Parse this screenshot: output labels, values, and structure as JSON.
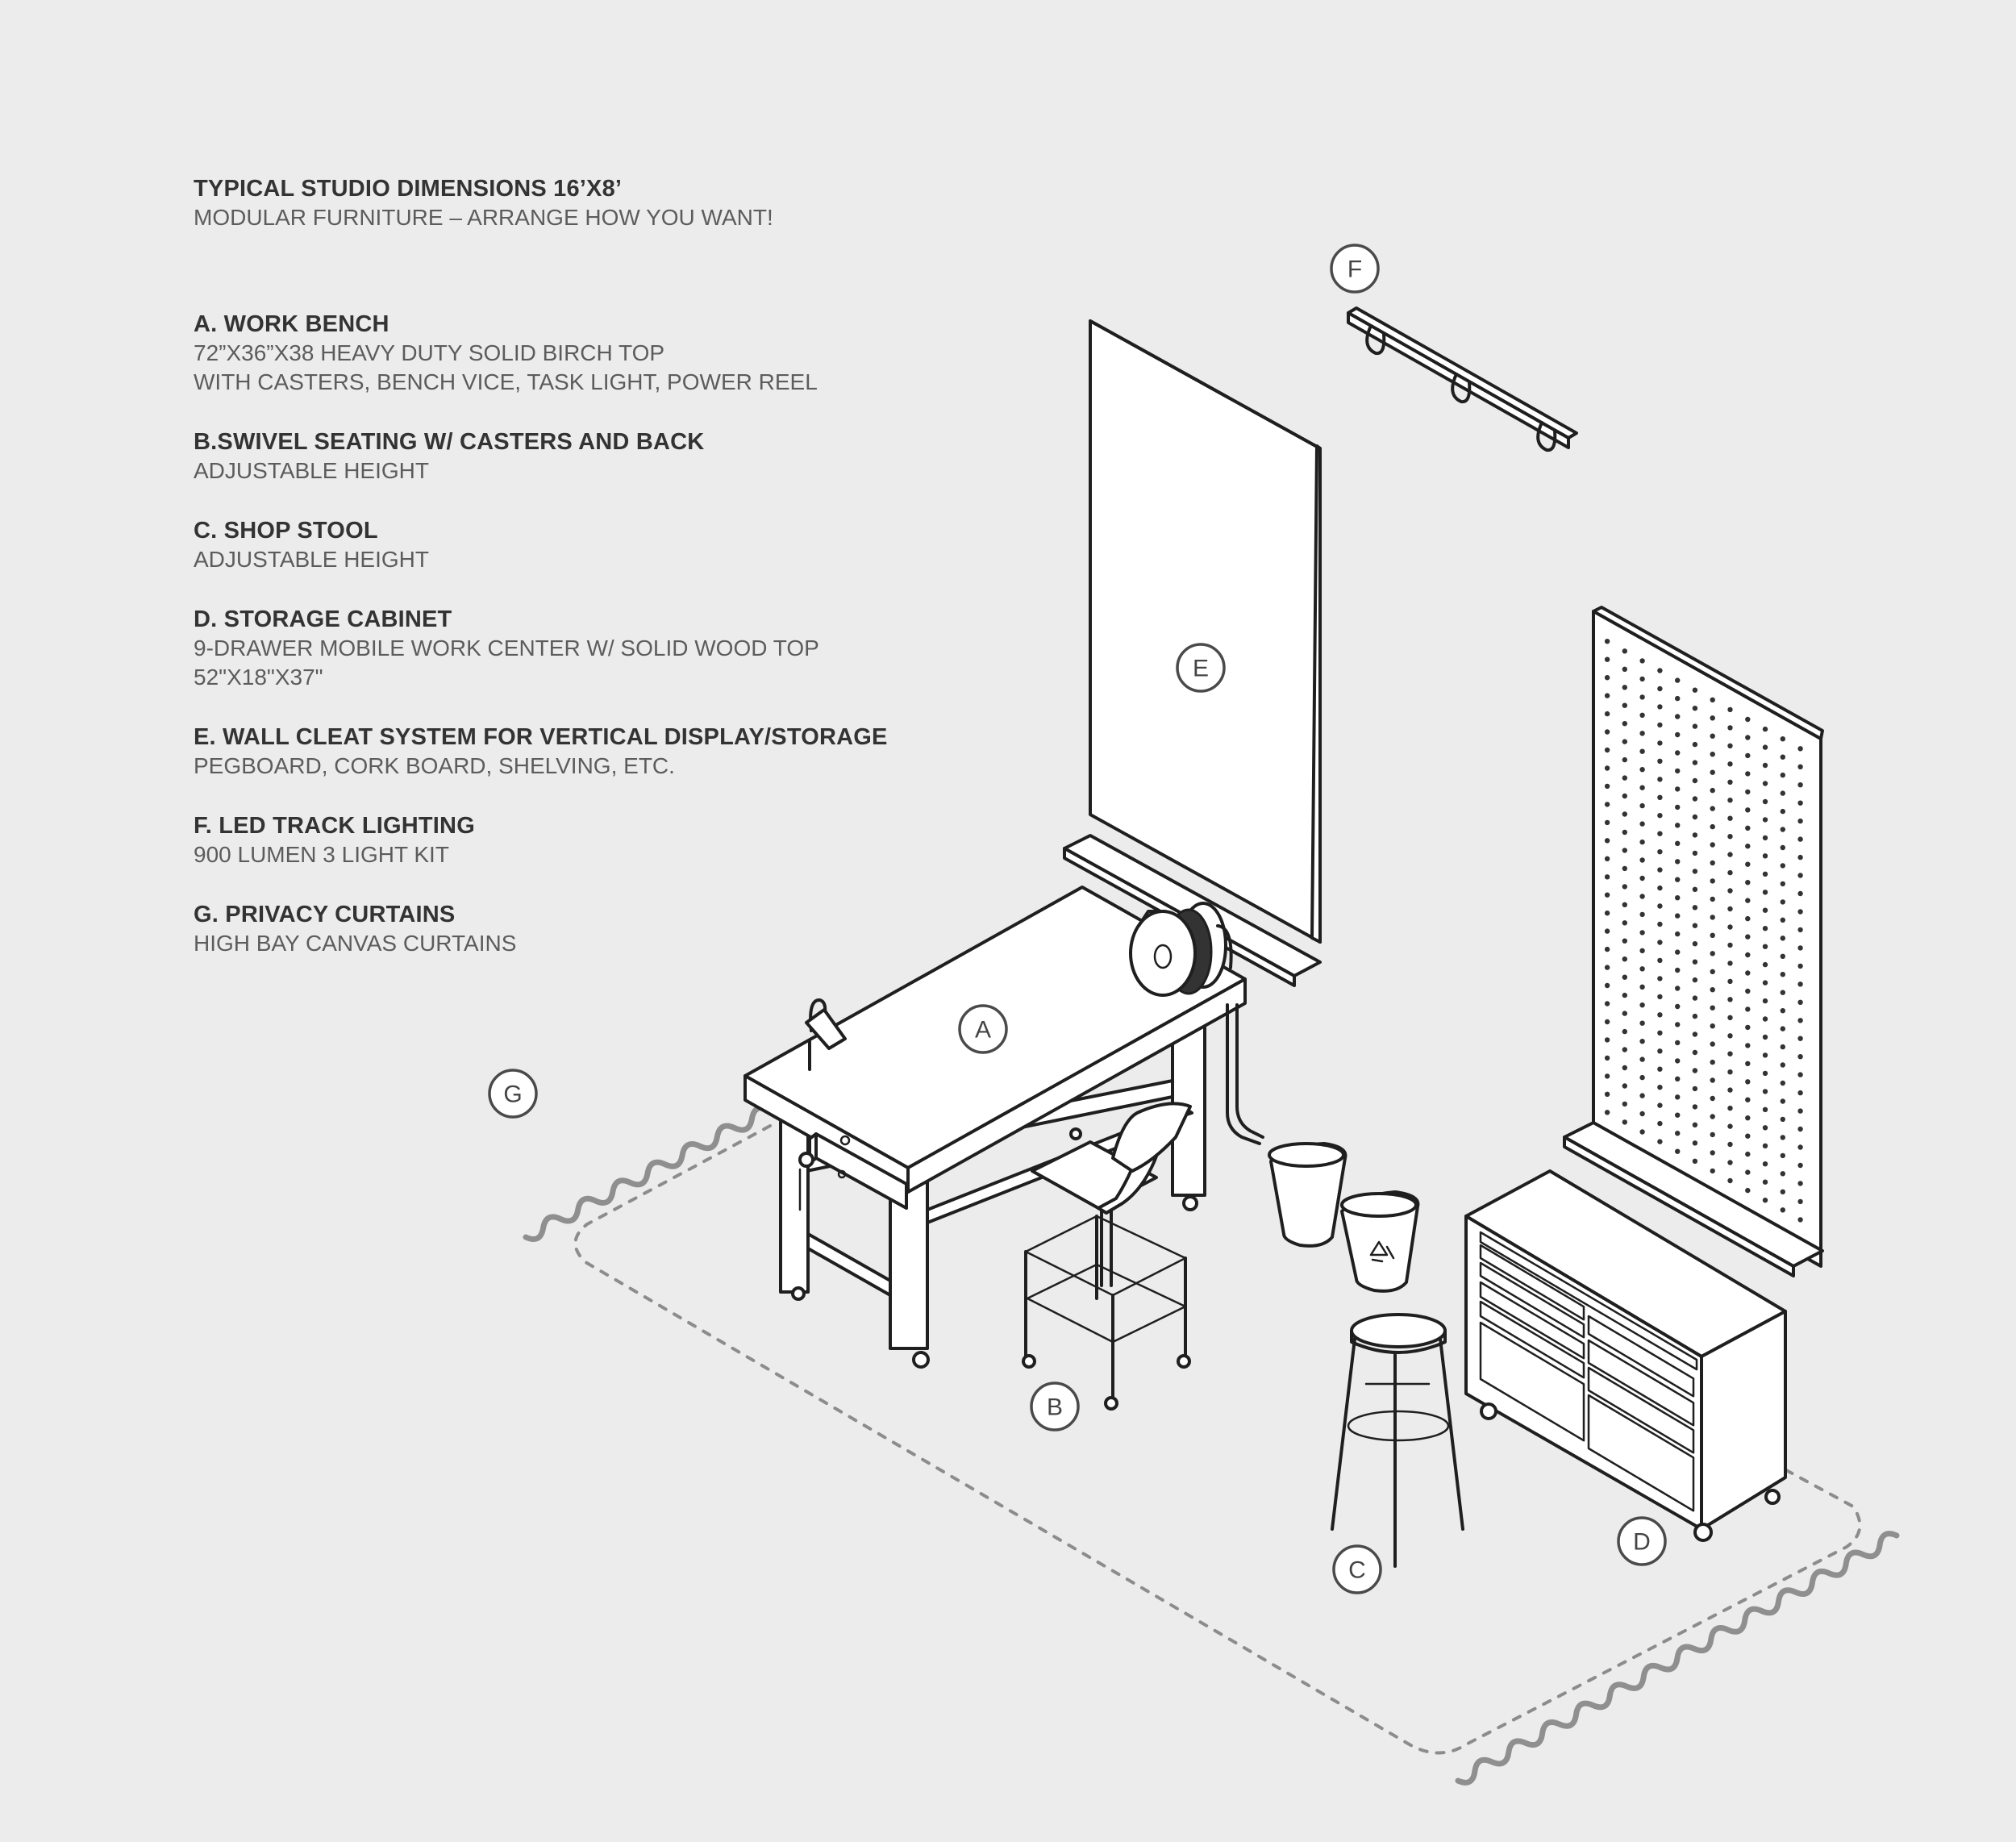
{
  "header": {
    "title": "TYPICAL STUDIO DIMENSIONS 16’X8’",
    "subtitle": "MODULAR FURNITURE – ARRANGE HOW YOU WANT!"
  },
  "legend": [
    {
      "title": "A. WORK BENCH",
      "lines": [
        "72”X36”X38 HEAVY DUTY SOLID BIRCH TOP",
        "WITH CASTERS, BENCH VICE, TASK LIGHT,  POWER REEL"
      ]
    },
    {
      "title": "B.SWIVEL SEATING W/ CASTERS AND  BACK",
      "lines": [
        "ADJUSTABLE HEIGHT"
      ]
    },
    {
      "title": "C. SHOP STOOL",
      "lines": [
        "ADJUSTABLE HEIGHT"
      ]
    },
    {
      "title": "D. STORAGE CABINET",
      "lines": [
        "9-DRAWER MOBILE WORK CENTER W/ SOLID WOOD TOP",
        "52\"X18\"X37\""
      ]
    },
    {
      "title": "E. WALL CLEAT SYSTEM FOR VERTICAL DISPLAY/STORAGE",
      "lines": [
        "PEGBOARD, CORK BOARD, SHELVING, ETC."
      ]
    },
    {
      "title": "F. LED TRACK LIGHTING",
      "lines": [
        "900 LUMEN 3 LIGHT KIT"
      ]
    },
    {
      "title": "G. PRIVACY CURTAINS",
      "lines": [
        "HIGH BAY CANVAS CURTAINS"
      ]
    }
  ],
  "badges": {
    "a": "A",
    "b": "B",
    "c": "C",
    "d": "D",
    "e": "E",
    "f": "F",
    "g": "G"
  },
  "colors": {
    "background": "#ececec",
    "ink": "#1f1f1f",
    "curtain": "#8f8f8f",
    "boundary": "#8c8c8c"
  }
}
